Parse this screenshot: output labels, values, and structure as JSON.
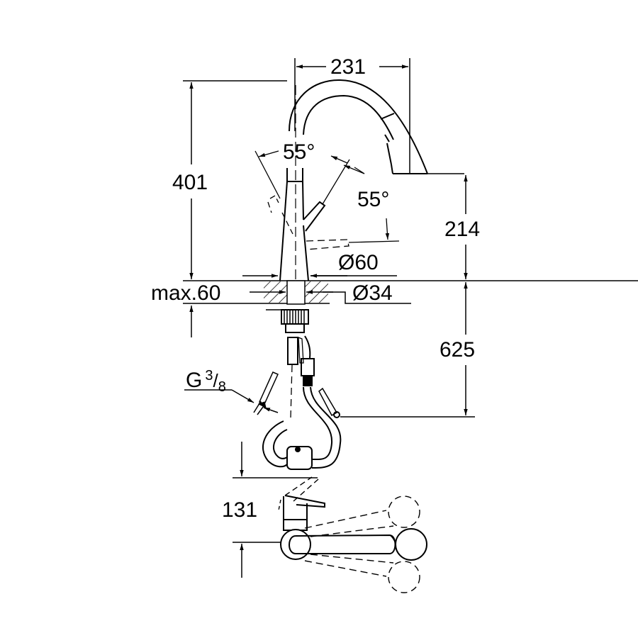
{
  "diagram": {
    "type": "technical dimension drawing",
    "subject": "pull-out kitchen faucet",
    "units": "mm",
    "colors": {
      "line": "#000000",
      "background": "#ffffff"
    }
  },
  "dimensions": {
    "spout_reach": "231",
    "total_height": "401",
    "spout_outlet_height": "214",
    "lever_angle_left": "55°",
    "lever_angle_right": "55°",
    "body_diameter": "Ø60",
    "max_deck_thickness": "max.60",
    "hole_diameter": "Ø34",
    "hose_length_below_deck": "625",
    "connection_thread_prefix": "G",
    "connection_thread_num": "3",
    "connection_thread_sep": "/",
    "connection_thread_den": "8",
    "top_view_lever_offset": "131"
  }
}
